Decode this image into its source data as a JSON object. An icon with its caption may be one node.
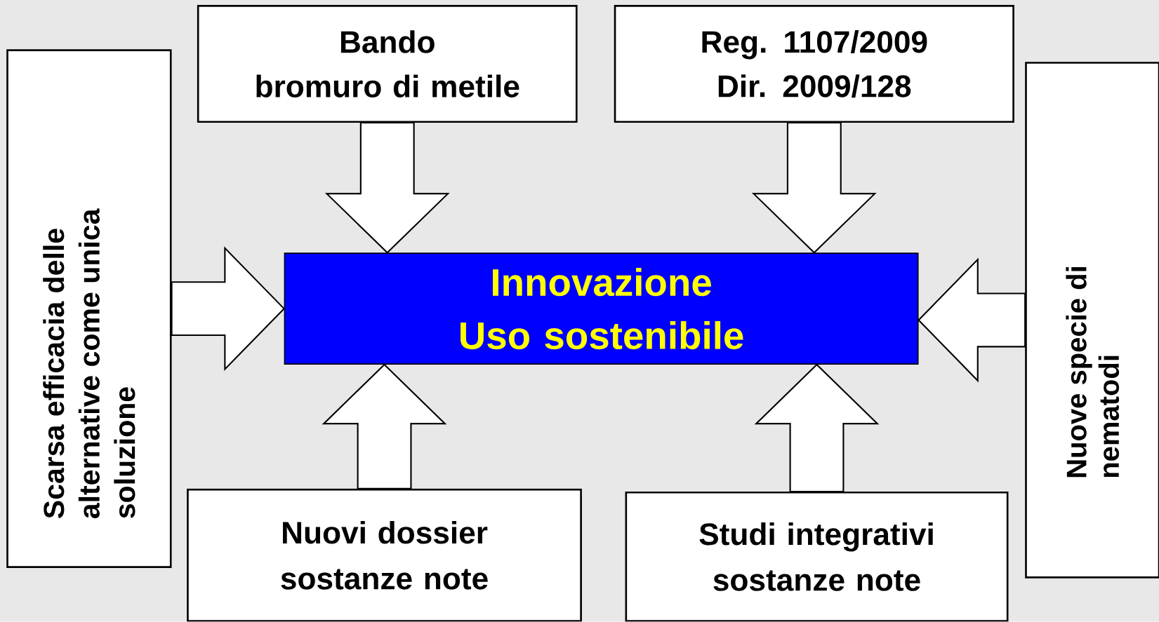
{
  "diagram": {
    "nodes": [
      {
        "text": [
          "Bando",
          "bromuro di metile"
        ]
      },
      {
        "text": [
          "Reg. 1107/2009",
          "Dir. 2009/128"
        ]
      },
      {
        "text": [
          "Scarsa efficacia delle alternative come unica soluzione"
        ]
      },
      {
        "text": [
          "Innovazione",
          "Uso sostenibile"
        ]
      },
      {
        "text": [
          "Nuove specie di nematodi"
        ]
      },
      {
        "text": [
          "Nuovi dossier sostanze note"
        ]
      },
      {
        "text": [
          "Studi integrativi sostanze note"
        ]
      }
    ],
    "edges": [
      {
        "from": 0,
        "to": 3,
        "arrow": "to"
      },
      {
        "from": 1,
        "to": 3,
        "arrow": "to"
      },
      {
        "from": 2,
        "to": 3,
        "arrow": "to"
      },
      {
        "from": 4,
        "to": 3,
        "arrow": "to"
      },
      {
        "from": 5,
        "to": 3,
        "arrow": "to"
      },
      {
        "from": 6,
        "to": 3,
        "arrow": "to"
      }
    ]
  }
}
